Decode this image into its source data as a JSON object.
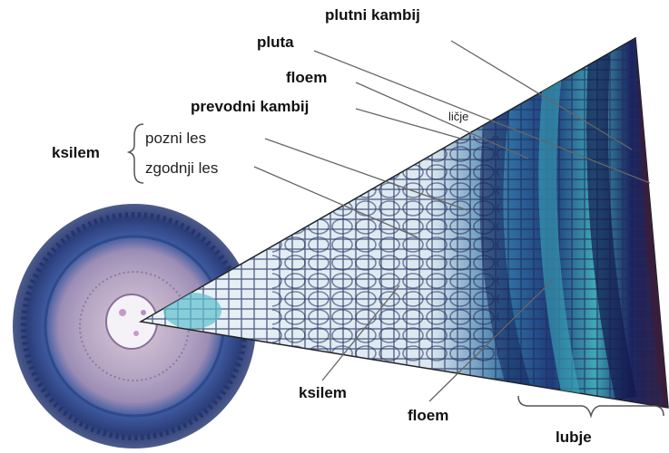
{
  "labels": {
    "plutni_kambij": "plutni kambij",
    "pluta": "pluta",
    "floem_top": "floem",
    "prevodni_kambij": "prevodni kambij",
    "lice": "ličje",
    "ksilem_group": "ksilem",
    "pozni_les": "pozni les",
    "zgodnji_les": "zgodnji les",
    "ksilem_bottom": "ksilem",
    "floem_bottom": "floem",
    "lubje": "lubje"
  },
  "colors": {
    "stain_dark": "#1d2a66",
    "stain_teal": "#3aa6b4",
    "stain_light": "#e8eef5",
    "cross_section_outer": "#3b4f86",
    "cross_section_inner": "#a79ab8",
    "label_text": "#111111"
  }
}
